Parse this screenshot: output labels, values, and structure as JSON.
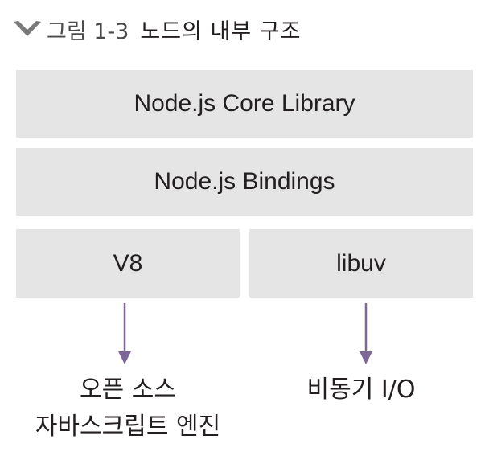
{
  "figure": {
    "label": "그림 1-3",
    "title": "노드의 내부 구조"
  },
  "layers": {
    "core": "Node.js Core Library",
    "bindings": "Node.js Bindings",
    "v8": "V8",
    "libuv": "libuv"
  },
  "captions": {
    "v8_line1": "오픈 소스",
    "v8_line2": "자바스크립트 엔진",
    "libuv": "비동기 I/O"
  },
  "colors": {
    "box_fill": "#e5e5e6",
    "arrow": "#7d6796",
    "title_marker": "#7a7a7a"
  }
}
